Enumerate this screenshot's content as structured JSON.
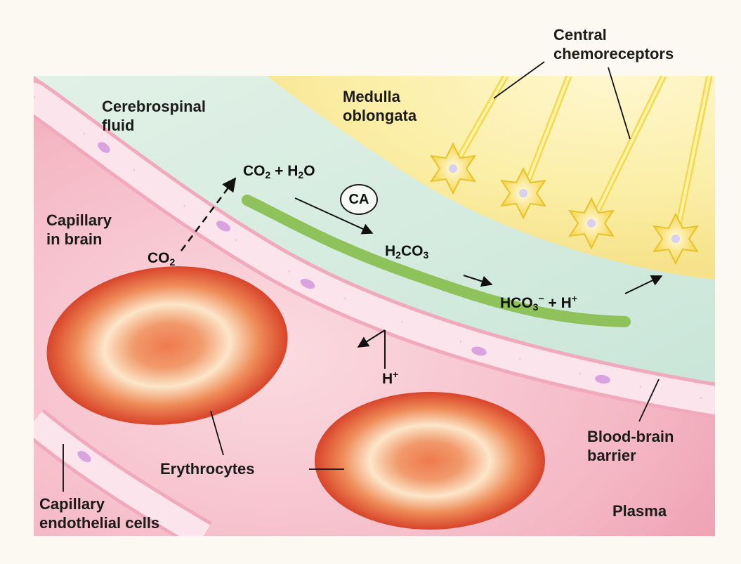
{
  "labels": {
    "central_chemoreceptors": [
      "Central",
      "chemoreceptors"
    ],
    "medulla_oblongata": [
      "Medulla",
      "oblongata"
    ],
    "cerebrospinal_fluid": [
      "Cerebrospinal",
      "fluid"
    ],
    "capillary_in_brain": [
      "Capillary",
      "in brain"
    ],
    "erythrocytes": "Erythrocytes",
    "capillary_endothelial_cells": [
      "Capillary",
      "endothelial cells"
    ],
    "blood_brain_barrier": [
      "Blood-brain",
      "barrier"
    ],
    "plasma": "Plasma"
  },
  "chemistry": {
    "co2": {
      "base": "CO",
      "sub": "2"
    },
    "water": {
      "base": "H",
      "sub": "2",
      "tail": "O"
    },
    "plus": "+",
    "enzyme": "CA",
    "carbonic_acid": {
      "h": "H",
      "h_sub": "2",
      "co": "CO",
      "co_sub": "3"
    },
    "bicarbonate": {
      "base": "HCO",
      "sub": "3",
      "charge": "−"
    },
    "proton": {
      "base": "H",
      "charge": "+"
    }
  },
  "colors": {
    "background": "#fbf9f1",
    "medulla": "#fcf1b4",
    "csf": "#d5ecdc",
    "plasma": "#f6c4cf",
    "endothelium": "#fbe3ea",
    "erythrocyte": "#e8583a",
    "highlight_stroke": "#8fc25a",
    "neuron": "#fbe56c"
  }
}
